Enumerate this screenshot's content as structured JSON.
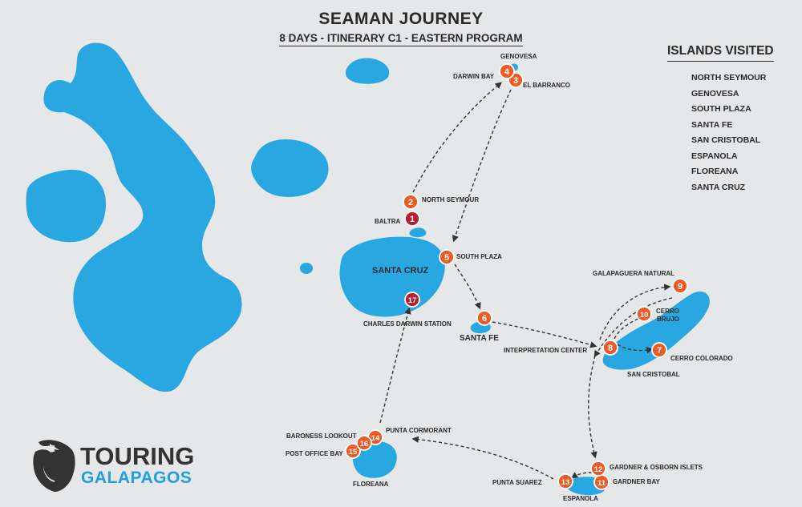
{
  "header": {
    "title": "SEAMAN JOURNEY",
    "subtitle": "8 DAYS - ITINERARY C1 - EASTERN PROGRAM"
  },
  "legend": {
    "title": "ISLANDS VISITED",
    "islands": [
      "NORTH SEYMOUR",
      "GENOVESA",
      "SOUTH PLAZA",
      "SANTA FE",
      "SAN CRISTOBAL",
      "ESPANOLA",
      "FLOREANA",
      "SANTA CRUZ"
    ]
  },
  "stops": [
    {
      "n": "1",
      "label": "BALTRA",
      "color": "#b5202e"
    },
    {
      "n": "2",
      "label": "NORTH SEYMOUR",
      "color": "#ee5a24"
    },
    {
      "n": "3",
      "label": "EL BARRANCO",
      "color": "#ee5a24"
    },
    {
      "n": "4",
      "label": "DARWIN BAY",
      "color": "#ee5a24"
    },
    {
      "n": "5",
      "label": "SOUTH PLAZA",
      "color": "#ee5a24"
    },
    {
      "n": "6",
      "label": "",
      "color": "#ee5a24"
    },
    {
      "n": "7",
      "label": "CERRO COLORADO",
      "color": "#ee5a24"
    },
    {
      "n": "8",
      "label": "INTERPRETATION CENTER",
      "color": "#ee5a24"
    },
    {
      "n": "9",
      "label": "GALAPAGUERA NATURAL",
      "color": "#ee5a24"
    },
    {
      "n": "10",
      "label": "CERRO BRUJO",
      "color": "#ee5a24"
    },
    {
      "n": "11",
      "label": "GARDNER BAY",
      "color": "#ee5a24"
    },
    {
      "n": "12",
      "label": "GARDNER & OSBORN ISLETS",
      "color": "#ee5a24"
    },
    {
      "n": "13",
      "label": "PUNTA SUAREZ",
      "color": "#ee5a24"
    },
    {
      "n": "14",
      "label": "PUNTA CORMORANT",
      "color": "#ee5a24"
    },
    {
      "n": "15",
      "label": "POST OFFICE BAY",
      "color": "#ee5a24"
    },
    {
      "n": "16",
      "label": "BARONESS LOOKOUT",
      "color": "#ee5a24"
    },
    {
      "n": "17",
      "label": "CHARLES DARWIN STATION",
      "color": "#b5202e"
    }
  ],
  "islands": {
    "genovesa": "GENOVESA",
    "santa_cruz": "SANTA CRUZ",
    "santa_fe": "SANTA FE",
    "san_cristobal": "SAN CRISTOBAL",
    "espanola": "ESPANOLA",
    "floreana": "FLOREANA"
  },
  "labels": {
    "cerro_brujo_1": "CERRO",
    "cerro_brujo_2": "BRUJO"
  },
  "brand": {
    "line1": "TOURING",
    "line2": "GALAPAGOS"
  },
  "colors": {
    "island": "#29a7e1",
    "stop_orange": "#ee5a24",
    "stop_red": "#b5202e",
    "route": "#333333",
    "background": "#e6e7e9",
    "brand_blue": "#1fa0dc"
  }
}
